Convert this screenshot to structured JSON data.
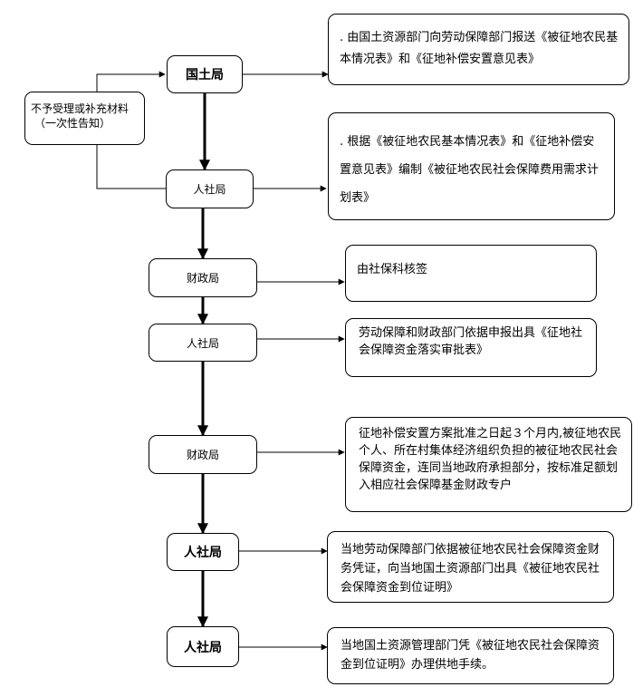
{
  "side_note": {
    "line1": "不予受理或补充材料",
    "line2": "（一次性告知）"
  },
  "nodes": [
    {
      "label": "国土局"
    },
    {
      "label": "人社局"
    },
    {
      "label": "财政局"
    },
    {
      "label": "人社局"
    },
    {
      "label": "财政局"
    },
    {
      "label": "人社局"
    },
    {
      "label": "人社局"
    }
  ],
  "notes": [
    {
      "text": ". 由国土资源部门向劳动保障部门报送《被征地农民基本情况表》和《征地补偿安置意见表》"
    },
    {
      "text": ". 根据《被征地农民基本情况表》和《征地补偿安置意见表》编制《被征地农民社会保障费用需求计划表》"
    },
    {
      "text": "由社保科核签"
    },
    {
      "text": "劳动保障和财政部门依据申报出具《征地社会保障资金落实审批表》"
    },
    {
      "text": "征地补偿安置方案批准之日起３个月内,被征地农民个人、所在村集体经济组织负担的被征地农民社会保障资金，连同当地政府承担部分，按标准足额划入相应社会保障基金财政专户"
    },
    {
      "text": "当地劳动保障部门依据被征地农民社会保障资金财务凭证，向当地国土资源部门出具《被征地农民社会保障资金到位证明》"
    },
    {
      "text": "当地国土资源管理部门凭《被征地农民社会保障资金到位证明》办理供地手续。"
    }
  ]
}
